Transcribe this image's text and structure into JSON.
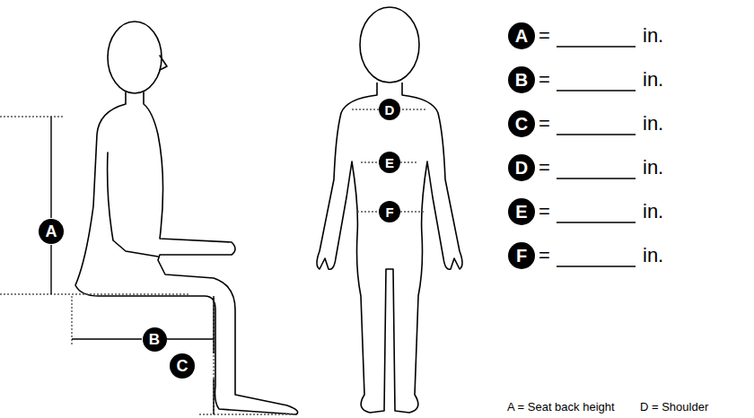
{
  "diagram": {
    "nodes": [
      {
        "text": [
          "A"
        ]
      },
      {
        "text": [
          "B"
        ]
      },
      {
        "text": [
          "C"
        ]
      },
      {
        "text": [
          "D"
        ]
      },
      {
        "text": [
          "E"
        ]
      },
      {
        "text": [
          "F"
        ]
      },
      {
        "text": [
          "A"
        ]
      },
      {
        "text": [
          "B"
        ]
      },
      {
        "text": [
          "C"
        ]
      },
      {
        "text": [
          "D"
        ]
      },
      {
        "text": [
          "E"
        ]
      },
      {
        "text": [
          "F"
        ]
      }
    ],
    "labels": [
      "=",
      "in.",
      "=",
      "in.",
      "=",
      "in.",
      "=",
      "in.",
      "=",
      "in.",
      "=",
      "in.",
      "A = Seat back height",
      "D = Shoulder"
    ]
  }
}
